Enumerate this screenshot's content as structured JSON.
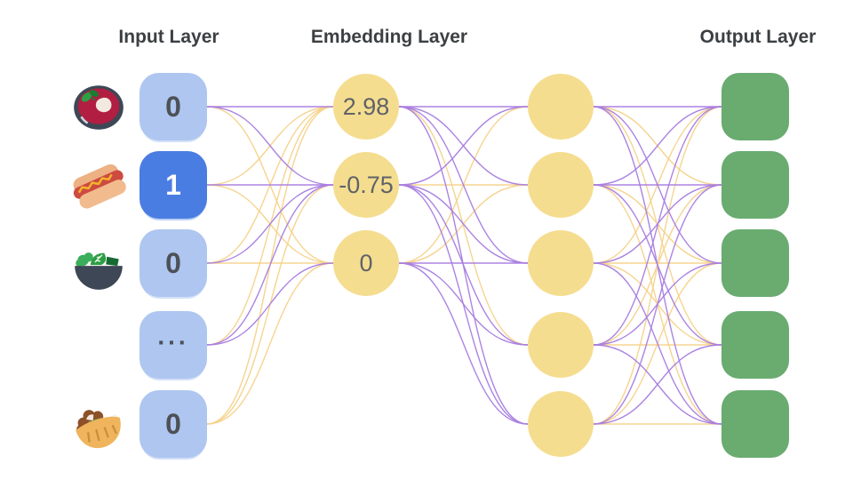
{
  "titles": {
    "input": "Input Layer",
    "embedding": "Embedding Layer",
    "output": "Output Layer"
  },
  "colors": {
    "background": "#ffffff",
    "input_node": "#aec6f0",
    "input_node_active": "#4a7de2",
    "input_text": "#4d5156",
    "input_text_active": "#ffffff",
    "embedding_node": "#f5dd90",
    "embedding_text": "#5f6368",
    "output_node": "#6aab70",
    "edge_purple": "#a87de0",
    "edge_yellow": "#f6d28a",
    "title_text": "#3c4043"
  },
  "layers": {
    "input": {
      "nodes": [
        {
          "value": "0",
          "active": false,
          "icon": "soup-bowl-icon"
        },
        {
          "value": "1",
          "active": true,
          "icon": "hot-dog-icon"
        },
        {
          "value": "0",
          "active": false,
          "icon": "salad-bowl-icon"
        },
        {
          "value": "...",
          "active": false,
          "icon": null
        },
        {
          "value": "0",
          "active": false,
          "icon": "pita-wrap-icon"
        }
      ]
    },
    "embedding": {
      "nodes": [
        {
          "value": "2.98"
        },
        {
          "value": "-0.75"
        },
        {
          "value": "0"
        }
      ]
    },
    "hidden": {
      "count": 5
    },
    "output": {
      "count": 5
    }
  },
  "edges": {
    "input_to_embedding": [
      [
        "p",
        "p",
        "y"
      ],
      [
        "y",
        "p",
        "y"
      ],
      [
        "y",
        "p",
        "y"
      ],
      [
        "y",
        "p",
        "p"
      ],
      [
        "y",
        "y",
        "y"
      ]
    ],
    "embedding_to_hidden": [
      [
        "p",
        "p",
        "p",
        "y",
        "p"
      ],
      [
        "p",
        "y",
        "p",
        "p",
        "p"
      ],
      [
        "y",
        "y",
        "p",
        "p",
        "p"
      ]
    ],
    "hidden_to_output": [
      [
        "p",
        "y",
        "p",
        "y",
        "p"
      ],
      [
        "p",
        "p",
        "y",
        "p",
        "y"
      ],
      [
        "y",
        "p",
        "y",
        "y",
        "p"
      ],
      [
        "p",
        "y",
        "p",
        "y",
        "p"
      ],
      [
        "y",
        "p",
        "y",
        "p",
        "y"
      ]
    ]
  }
}
